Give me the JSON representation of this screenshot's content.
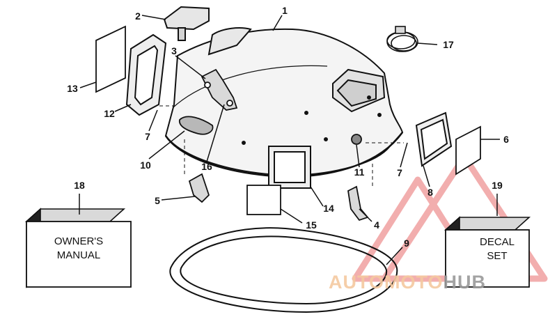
{
  "diagram": {
    "part_numbers": [
      "1",
      "2",
      "3",
      "4",
      "5",
      "6",
      "7",
      "7",
      "8",
      "9",
      "10",
      "11",
      "12",
      "13",
      "14",
      "15",
      "16",
      "17",
      "18",
      "19"
    ],
    "owners_manual_box": {
      "line1": "OWNER'S",
      "line2": "MANUAL"
    },
    "decal_set_box": {
      "line1": "DECAL",
      "line2": "SET"
    }
  },
  "watermark": {
    "part1": "AUTOMOTO",
    "part2": "HUB",
    "color_primary": "#f0a0a0",
    "color_secondary": "#f5c9a0",
    "color_hub": "#9a9a9a"
  }
}
